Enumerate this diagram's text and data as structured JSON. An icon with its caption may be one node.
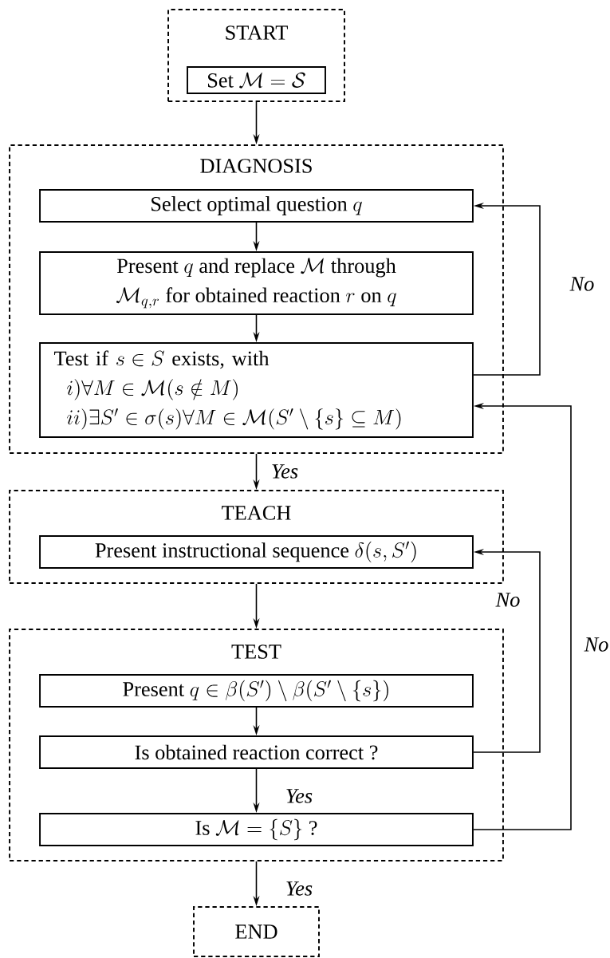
{
  "diagram": {
    "nodes": [
      {
        "text": [
          "START"
        ]
      },
      {
        "text": [
          "\\text{Set }\\mathcal{M}=\\mathcal{S}"
        ],
        "in": 0
      },
      {
        "text": [
          "DIAGNOSIS"
        ]
      },
      {
        "text": [
          "\\text{Select optimal question }q"
        ],
        "in": 2
      },
      {
        "text": [
          "\\text{Present }q\\text{ and replace }\\mathcal{M}\\text{ through}",
          "\\mathcal{M}_{q,r}\\text{ for obtained reaction }r\\text{ on }q"
        ],
        "in": 2
      },
      {
        "text": [
          "\\text{Test if }s\\in S\\text{ exists, with}",
          "i)\\forall M\\in\\mathcal{M}(s\\notin M)",
          "ii)\\exists S'\\in\\sigma(s)\\forall M\\in\\mathcal{M}(S'\\setminus\\{s\\}\\subseteq M)"
        ],
        "in": 2
      },
      {
        "text": [
          "TEACH"
        ]
      },
      {
        "text": [
          "\\text{Present instructional sequence }\\delta(s,S')"
        ],
        "in": 6
      },
      {
        "text": [
          "TEST"
        ]
      },
      {
        "text": [
          "\\text{Present }q\\in\\beta(S')\\setminus\\beta(S'\\setminus\\{s\\})"
        ],
        "in": 8
      },
      {
        "text": [
          "\\text{Is obtained reaction correct ?}"
        ],
        "in": 8
      },
      {
        "text": [
          "\\text{Is }\\mathcal{M}=\\{S\\}\\text{ ?}"
        ],
        "in": 8
      },
      {
        "text": [
          "END"
        ]
      }
    ],
    "edges": [
      {
        "from": 0,
        "to": 2,
        "arrow": "to"
      },
      {
        "from": 3,
        "to": 4,
        "arrow": "to"
      },
      {
        "from": 4,
        "to": 5,
        "arrow": "to"
      },
      {
        "from": 5,
        "to": 3,
        "arrow": "to",
        "label": "No"
      },
      {
        "from": 2,
        "to": 6,
        "arrow": "to",
        "label": "Yes"
      },
      {
        "from": 6,
        "to": 8,
        "arrow": "to"
      },
      {
        "from": 9,
        "to": 10,
        "arrow": "to"
      },
      {
        "from": 10,
        "to": 11,
        "arrow": "to",
        "label": "Yes"
      },
      {
        "from": 10,
        "to": 7,
        "arrow": "to",
        "label": "No"
      },
      {
        "from": 11,
        "to": 5,
        "arrow": "to",
        "label": "No"
      },
      {
        "from": 8,
        "to": 12,
        "arrow": "to",
        "label": "Yes"
      }
    ]
  }
}
